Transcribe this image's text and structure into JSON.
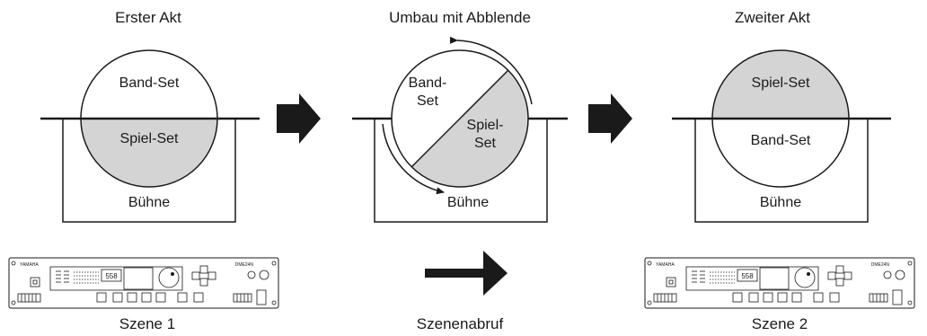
{
  "panels": {
    "first": {
      "title": "Erster Akt",
      "top_label": "Band-Set",
      "bottom_label": "Spiel-Set",
      "stage_label": "Bühne"
    },
    "change": {
      "title": "Umbau mit Abblende",
      "upper_label_line1": "Band-",
      "upper_label_line2": "Set",
      "lower_label_line1": "Spiel-",
      "lower_label_line2": "Set",
      "stage_label": "Bühne"
    },
    "second": {
      "title": "Zweiter Akt",
      "top_label": "Spiel-Set",
      "bottom_label": "Band-Set",
      "stage_label": "Bühne"
    }
  },
  "bottom_row": {
    "scene1": {
      "caption": "Szene 1",
      "brand": "YAMAHA",
      "model": "DME24N",
      "display": "558"
    },
    "recall": {
      "caption": "Szenenabruf"
    },
    "scene2": {
      "caption": "Szene 2",
      "brand": "YAMAHA",
      "model": "DME24N",
      "display": "558"
    }
  },
  "colors": {
    "shaded_set": "#d4d4d4",
    "arrow_fill": "#1a1a1a",
    "line": "#1a1a1a"
  }
}
